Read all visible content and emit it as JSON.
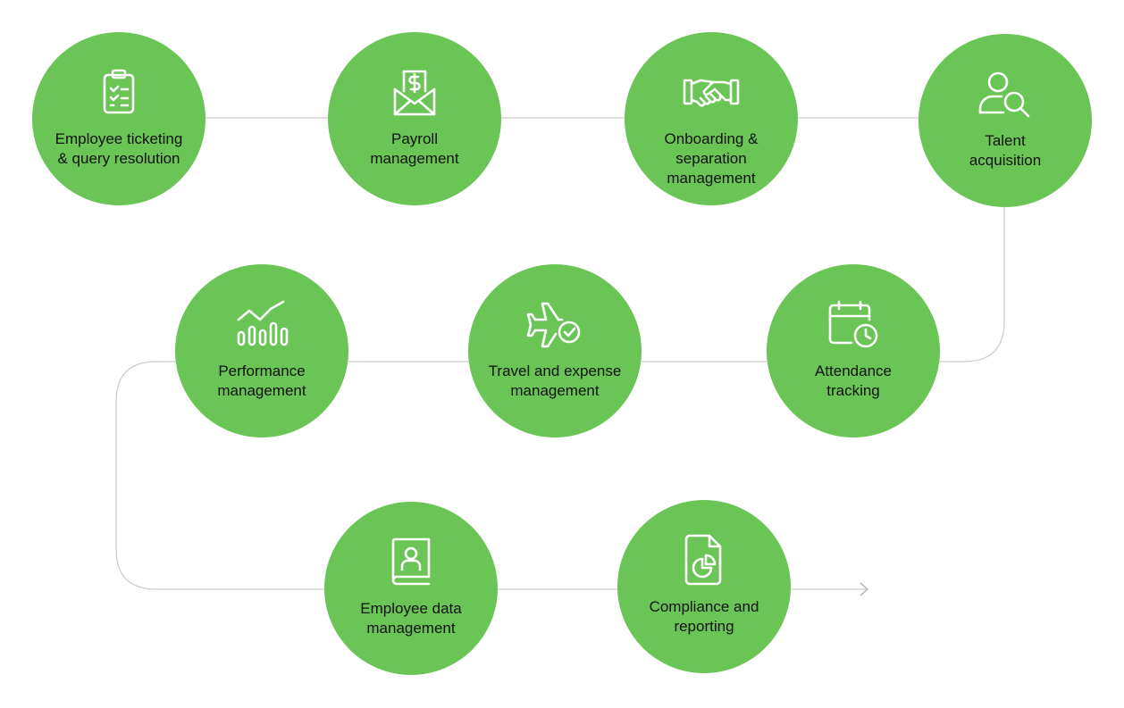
{
  "colors": {
    "node_fill": "#6ac556",
    "connector": "#cccccc",
    "icon_stroke": "#ffffff",
    "label_text": "#111111"
  },
  "steps": [
    {
      "label": "Employee ticketing\n& query resolution",
      "icon": "clipboard-checklist-icon"
    },
    {
      "label": "Payroll\nmanagement",
      "icon": "dollar-envelope-icon"
    },
    {
      "label": "Onboarding &\nseparation\nmanagement",
      "icon": "handshake-icon"
    },
    {
      "label": "Talent\nacquisition",
      "icon": "user-search-icon"
    },
    {
      "label": "Attendance\ntracking",
      "icon": "calendar-clock-icon"
    },
    {
      "label": "Travel and expense\nmanagement",
      "icon": "plane-check-icon"
    },
    {
      "label": "Performance\nmanagement",
      "icon": "chart-trend-icon"
    },
    {
      "label": "Employee data\nmanagement",
      "icon": "employee-profile-book-icon"
    },
    {
      "label": "Compliance and\nreporting",
      "icon": "document-pie-chart-icon"
    }
  ],
  "end_marker_icon": "chevron-right-icon"
}
